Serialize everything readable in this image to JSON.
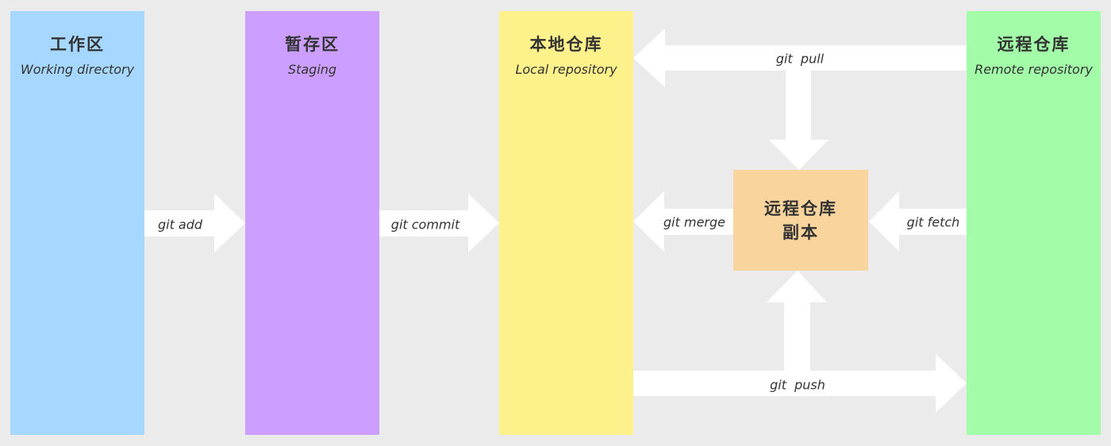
{
  "colors": {
    "background": "#ebebeb",
    "arrow": "#ffffff",
    "working": "#a6d7ff",
    "staging": "#cc9eff",
    "local": "#fdf18c",
    "remote": "#a2fca8",
    "copy": "#f9d49c"
  },
  "columns": {
    "working": {
      "title": "工作区",
      "subtitle": "Working directory"
    },
    "staging": {
      "title": "暂存区",
      "subtitle": "Staging"
    },
    "local": {
      "title": "本地仓库",
      "subtitle": "Local repository"
    },
    "remote": {
      "title": "远程仓库",
      "subtitle": "Remote repository"
    }
  },
  "copy_box": {
    "line1": "远程仓库",
    "line2": "副本"
  },
  "commands": {
    "add": "git add",
    "commit": "git commit",
    "pull": "git  pull",
    "merge": "git merge",
    "fetch": "git fetch",
    "push": "git  push"
  }
}
